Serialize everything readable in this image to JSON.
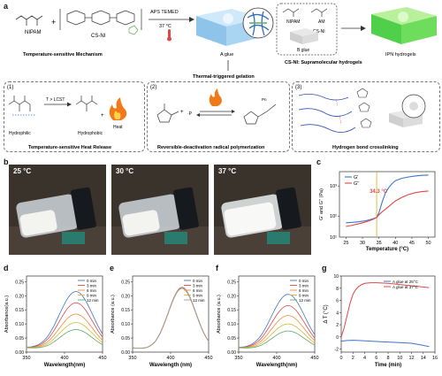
{
  "panels": {
    "a": "a",
    "b": "b",
    "c": "c",
    "d": "d",
    "e": "e",
    "f": "f",
    "g": "g"
  },
  "scheme": {
    "nipam": "NIPAM",
    "csni": "CS-NI",
    "aps": "APS TEMED",
    "temp_37": "37 °C",
    "mech_caption": "Temperature-sensitive Mechanism",
    "aglue": "A glue",
    "thermal_gel": "Thermal-triggered gelation",
    "nipam2": "NIPAM",
    "am": "AM",
    "csni2": "CS-NI",
    "bglue": "B glue",
    "supra": "CS-NI: Supramolecular hydrogels",
    "ipn": "IPN hydrogels"
  },
  "sub1": {
    "num": "(1)",
    "t_lcst": "T > LCST",
    "hydrophilic": "Hydrophilic",
    "hydrophobic": "Hydrophobic",
    "heat": "Heat",
    "caption": "Temperature-sensitive Heat Release"
  },
  "sub2": {
    "num": "(2)",
    "caption": "Reversible-deactivation radical polymerization"
  },
  "sub3": {
    "num": "(3)",
    "caption": "Hydrogen bond crosslinking"
  },
  "photos": [
    "25 °C",
    "30 °C",
    "37 °C"
  ],
  "colors": {
    "red": "#e04848",
    "blue": "#3f74c8",
    "orange": "#f08a3c",
    "yellow": "#d9b82a",
    "green": "#5fa86a",
    "grey": "#9a9a9a"
  },
  "chart_data": [
    {
      "type": "line",
      "panel": "c",
      "xlabel": "Temperature (°C)",
      "ylabel": "G' and G'' (Pa)",
      "xlim": [
        23,
        52
      ],
      "yscale": "log",
      "ylim": [
        20,
        3000
      ],
      "xticks": [
        25,
        30,
        35,
        40,
        45,
        50
      ],
      "yticks": [
        "10¹",
        "10²",
        "10³"
      ],
      "annotation": "34.3 °C",
      "annotation_x": 34.3,
      "series": [
        {
          "name": "G'",
          "color": "#3f74c8",
          "x": [
            25,
            27,
            29,
            31,
            33,
            34.3,
            35,
            36,
            37,
            38,
            39,
            40,
            42,
            44,
            46,
            48,
            50
          ],
          "y": [
            60,
            62,
            65,
            70,
            80,
            90,
            130,
            300,
            600,
            900,
            1200,
            1500,
            1800,
            2000,
            2150,
            2250,
            2300
          ]
        },
        {
          "name": "G''",
          "color": "#e04848",
          "x": [
            25,
            27,
            29,
            31,
            33,
            34.3,
            35,
            36,
            37,
            38,
            39,
            40,
            42,
            44,
            46,
            48,
            50
          ],
          "y": [
            45,
            50,
            56,
            64,
            76,
            90,
            110,
            140,
            170,
            210,
            260,
            320,
            420,
            520,
            600,
            650,
            680
          ]
        }
      ]
    },
    {
      "type": "line",
      "panel": "d",
      "xlabel": "Wavelength(nm)",
      "ylabel": "Absorbance(a.u.)",
      "xlim": [
        350,
        450
      ],
      "ylim": [
        0,
        0.27
      ],
      "xticks": [
        350,
        400,
        450
      ],
      "yticks": [
        0.0,
        0.05,
        0.1,
        0.15,
        0.2,
        0.25
      ],
      "peak_x": 415,
      "peak_width": 22,
      "series": [
        {
          "name": "0 min",
          "color": "#3f74c8",
          "peak": 0.21
        },
        {
          "name": "3 min",
          "color": "#e04848",
          "peak": 0.17
        },
        {
          "name": "6 min",
          "color": "#f08a3c",
          "peak": 0.13
        },
        {
          "name": "9 min",
          "color": "#d9b82a",
          "peak": 0.1
        },
        {
          "name": "12 min",
          "color": "#5fa86a",
          "peak": 0.075
        }
      ]
    },
    {
      "type": "line",
      "panel": "e",
      "xlabel": "Wavelength (nm)",
      "ylabel": "Absorbance (a.u.)",
      "xlim": [
        350,
        450
      ],
      "ylim": [
        0,
        0.27
      ],
      "xticks": [
        350,
        400,
        450
      ],
      "yticks": [
        0.0,
        0.05,
        0.1,
        0.15,
        0.2,
        0.25
      ],
      "peak_x": 415,
      "peak_width": 18,
      "series": [
        {
          "name": "0 min",
          "color": "#3f74c8",
          "peak": 0.225
        },
        {
          "name": "3 min",
          "color": "#e04848",
          "peak": 0.224
        },
        {
          "name": "6 min",
          "color": "#f08a3c",
          "peak": 0.223
        },
        {
          "name": "9 min",
          "color": "#d9b82a",
          "peak": 0.222
        },
        {
          "name": "12 min",
          "color": "#9a9a9a",
          "peak": 0.221
        }
      ]
    },
    {
      "type": "line",
      "panel": "f",
      "xlabel": "Wavelength(nm)",
      "ylabel": "Absorbance (a.u.)",
      "xlim": [
        350,
        450
      ],
      "ylim": [
        0,
        0.27
      ],
      "xticks": [
        350,
        400,
        450
      ],
      "yticks": [
        0.0,
        0.05,
        0.1,
        0.15,
        0.2,
        0.25
      ],
      "peak_x": 415,
      "peak_width": 22,
      "series": [
        {
          "name": "0 min",
          "color": "#3f74c8",
          "peak": 0.2
        },
        {
          "name": "3 min",
          "color": "#e04848",
          "peak": 0.16
        },
        {
          "name": "6 min",
          "color": "#f08a3c",
          "peak": 0.125
        },
        {
          "name": "9 min",
          "color": "#d9b82a",
          "peak": 0.095
        },
        {
          "name": "12 min",
          "color": "#5fa86a",
          "peak": 0.07
        }
      ]
    },
    {
      "type": "line",
      "panel": "g",
      "xlabel": "Time (min)",
      "ylabel": "Δ T (°C)",
      "xlim": [
        0,
        16
      ],
      "ylim": [
        -2.5,
        10
      ],
      "xticks": [
        0,
        2,
        4,
        6,
        8,
        10,
        12,
        14,
        16
      ],
      "yticks": [
        -2,
        0,
        2,
        4,
        6,
        8,
        10
      ],
      "series": [
        {
          "name": "A glue at 25°C",
          "color": "#3f74c8",
          "x": [
            0,
            1,
            2,
            3,
            4,
            6,
            8,
            10,
            12,
            13,
            14,
            15
          ],
          "y": [
            -0.7,
            -0.6,
            -0.55,
            -0.6,
            -0.65,
            -0.75,
            -0.85,
            -0.95,
            -1.05,
            -1.2,
            -1.4,
            -1.6
          ]
        },
        {
          "name": "A glue at 37°C",
          "color": "#e04848",
          "x": [
            0,
            0.5,
            1,
            1.5,
            2,
            2.5,
            3,
            3.5,
            4,
            5,
            6,
            8,
            10,
            12,
            14,
            15
          ],
          "y": [
            0,
            1.5,
            3.5,
            5.5,
            7,
            7.8,
            8.3,
            8.6,
            8.8,
            8.9,
            8.9,
            8.8,
            8.6,
            8.4,
            8.2,
            8.1
          ]
        }
      ]
    }
  ]
}
